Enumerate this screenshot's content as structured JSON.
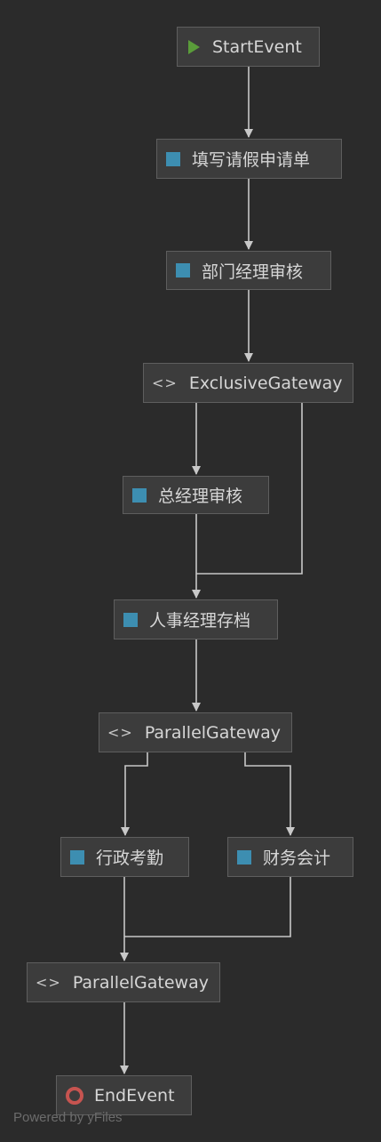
{
  "diagram": {
    "nodes": {
      "start_event": "StartEvent",
      "fill_leave_form": "填写请假申请单",
      "dept_manager_review": "部门经理审核",
      "exclusive_gateway": "ExclusiveGateway",
      "general_manager_review": "总经理审核",
      "hr_manager_archive": "人事经理存档",
      "parallel_gateway_split": "ParallelGateway",
      "admin_attendance": "行政考勤",
      "finance_accounting": "财务会计",
      "parallel_gateway_join": "ParallelGateway",
      "end_event": "EndEvent"
    },
    "icons": {
      "task": "task-icon",
      "start": "play-icon",
      "gateway": "gateway-icon",
      "end": "end-event-icon"
    },
    "colors": {
      "background": "#2b2b2b",
      "node_fill": "#3c3c3c",
      "node_border": "#5e5e5e",
      "task_icon": "#3d8eb1",
      "start_icon": "#5a9c3a",
      "end_icon": "#c75450",
      "edge": "#c8c8c8"
    }
  },
  "footer": {
    "watermark": "Powered by yFiles"
  }
}
